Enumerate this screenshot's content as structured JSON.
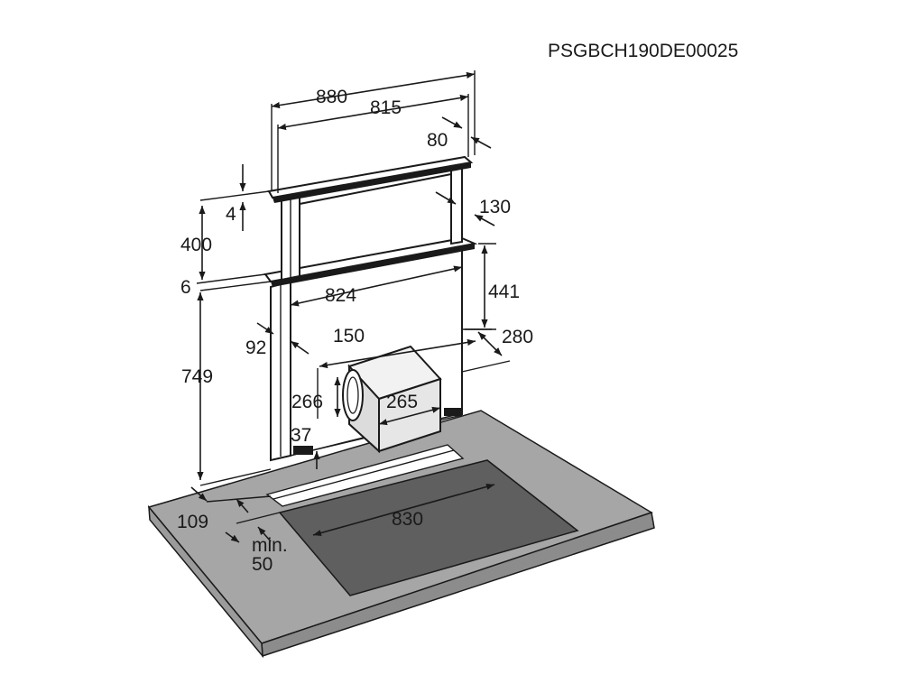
{
  "document_code": "PSGBCH190DE00025",
  "dimensions": {
    "width_total": "880",
    "width_inner": "815",
    "depth_top": "80",
    "top_thickness": "4",
    "front_height": "400",
    "gap": "6",
    "depth_panel": "130",
    "height_441": "441",
    "width_824": "824",
    "duct_150": "150",
    "depth_280": "280",
    "depth_92": "92",
    "height_749": "749",
    "motor_height": "266",
    "motor_width": "265",
    "base_37": "37",
    "cutout_width": "830",
    "front_offset": "109",
    "min_label": "min.",
    "min_value": "50"
  },
  "colors": {
    "worktop": "#a6a6a6",
    "worktop_edge": "#8c8c8c",
    "hob": "#5f5f5f",
    "motor": "#e6e6e6",
    "line": "#1a1a1a"
  }
}
